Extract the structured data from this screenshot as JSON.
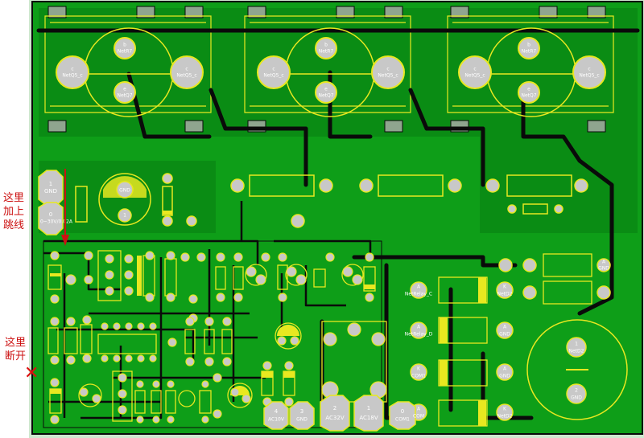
{
  "notes": {
    "jumper_line1": "这里",
    "jumper_line2": "加上",
    "jumper_line3": "跳线",
    "break_line1": "这里",
    "break_line2": "断开",
    "cross_mark": "✕"
  },
  "colors": {
    "board": "#0e9e18",
    "copper": "#087a10",
    "trace": "#0a0a0a",
    "silk": "#e8e820",
    "pad": "#c8c8c8",
    "note": "#cc1111"
  },
  "transistors": [
    {
      "b": "b",
      "bnet": "NetR7",
      "c": "c",
      "cnet": "NetQ5_c",
      "e": "e",
      "enet": "NetQ7"
    },
    {
      "b": "b",
      "bnet": "NetR7",
      "c": "c",
      "cnet": "NetQ5_c",
      "e": "e",
      "enet": "NetQ7"
    },
    {
      "b": "b",
      "bnet": "NetR7",
      "c": "c",
      "cnet": "NetQ5_c",
      "e": "e",
      "enet": "NetQ7"
    }
  ],
  "pads": {
    "gnd1_num": "1",
    "gnd1_name": "GND",
    "v0_num": "0",
    "v0_name": "0~30V/0.02A",
    "cap_gnd": "GND",
    "cap_pos": "1",
    "a_relay_c": "A",
    "a_relay_c_net": "NetRelay_C",
    "a_relay_d": "A",
    "a_relay_d_net": "NetRelay_D",
    "k_md2_top": "K",
    "k_md2_top_net": "NetD2",
    "k_com1": "K",
    "k_com1_net": "COM1",
    "a_gnd1": "A",
    "a_gnd1_net": "GND",
    "a_gnd2": "A",
    "a_gnd2_net": "GND",
    "a_gnd3": "A",
    "a_gnd3_net": "GND",
    "a_com": "A",
    "a_com_net": "COM",
    "k_md2_bot": "K",
    "k_md2_bot_net": "NetD2",
    "bigcap_num1": "1",
    "bigcap_net1": "NetD2",
    "bigcap_num2": "2",
    "bigcap_net2": "GND",
    "b_ac10v_num": "4",
    "b_ac10v": "AC10V",
    "b_gnd_num": "3",
    "b_gnd": "GND",
    "b_ac32v_num": "2",
    "b_ac32v": "AC32V",
    "b_ac18v_num": "1",
    "b_ac18v": "AC18V",
    "b_com1_num": "0",
    "b_com1": "COM1"
  }
}
